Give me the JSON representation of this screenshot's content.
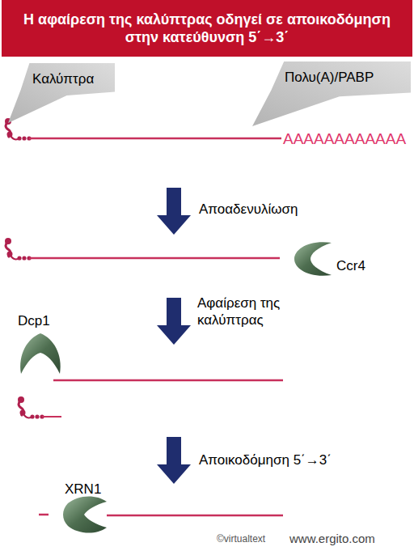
{
  "diagram": {
    "title": "Η αφαίρεση της καλύπτρας οδηγεί σε αποικοδόμηση στην κατεύθυνση 5΄→3΄",
    "nodes": [
      {
        "text": [
          "Καλύπτρα"
        ]
      },
      {
        "text": [
          "Πολυ(A)/PABP"
        ]
      }
    ],
    "labels": [
      "AAAAAAAAAAAA",
      "Αποαδενυλίωση",
      "Ccr4",
      "Dcp1",
      "Αφαίρεση της καλύπτρας",
      "Αποικοδόμηση 5΄→3΄",
      "XRN1",
      "©virtualtext",
      "www.ergito.com"
    ]
  }
}
